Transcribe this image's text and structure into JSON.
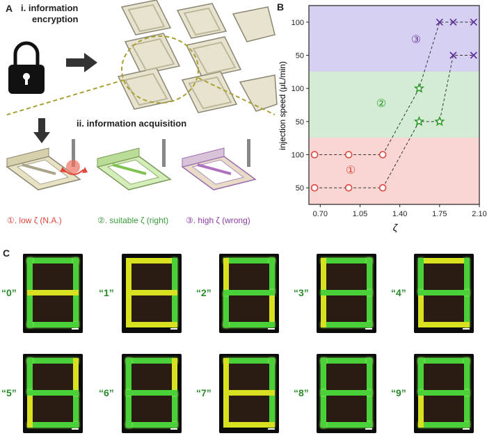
{
  "panelA": {
    "letter": "A",
    "step1_title_line1": "i.  information",
    "step1_title_line2": "encryption",
    "step2_title": "ii.  information acquisition",
    "legend": [
      {
        "text": "①. low ζ (N.A.)",
        "color": "#e0443a"
      },
      {
        "text": "②. suitable ζ (right)",
        "color": "#3a9a3a"
      },
      {
        "text": "③. high ζ (wrong)",
        "color": "#8a3aa0"
      }
    ]
  },
  "panelB": {
    "letter": "B",
    "region_labels": [
      "①",
      "②",
      "③"
    ]
  },
  "panelC": {
    "letter": "C",
    "digits": [
      "“0”",
      "“1”",
      "“2”",
      "“3”",
      "“4”",
      "“5”",
      "“6”",
      "“7”",
      "“8”",
      "“9”"
    ]
  },
  "chart_data": {
    "type": "scatter",
    "xlabel": "ζ",
    "ylabel": "injection speed (μL/min)",
    "xlim": [
      0.6,
      2.1
    ],
    "x_ticks": [
      "0.70",
      "1.05",
      "1.40",
      "1.75",
      "2.10"
    ],
    "y_ticks": [
      "50",
      "100",
      "50",
      "100",
      "50",
      "100"
    ],
    "regions": [
      {
        "name": "①",
        "color": "#f9d6d3"
      },
      {
        "name": "②",
        "color": "#d4ecd3"
      },
      {
        "name": "③",
        "color": "#d6d0f3"
      }
    ],
    "series": [
      {
        "region": "①",
        "speed": 50,
        "marker": "circle",
        "color": "#e0443a",
        "x": [
          0.65,
          0.95,
          1.25
        ]
      },
      {
        "region": "①",
        "speed": 100,
        "marker": "circle",
        "color": "#e0443a",
        "x": [
          0.65,
          0.95,
          1.25
        ]
      },
      {
        "region": "②",
        "speed": 50,
        "marker": "star",
        "color": "#2a9a2a",
        "x": [
          1.57,
          1.75
        ]
      },
      {
        "region": "②",
        "speed": 100,
        "marker": "star",
        "color": "#2a9a2a",
        "x": [
          1.57
        ]
      },
      {
        "region": "③",
        "speed": 50,
        "marker": "x",
        "color": "#5a2a9a",
        "x": [
          1.87,
          2.05
        ]
      },
      {
        "region": "③",
        "speed": 100,
        "marker": "x",
        "color": "#5a2a9a",
        "x": [
          1.75,
          1.87,
          2.05
        ]
      }
    ]
  }
}
